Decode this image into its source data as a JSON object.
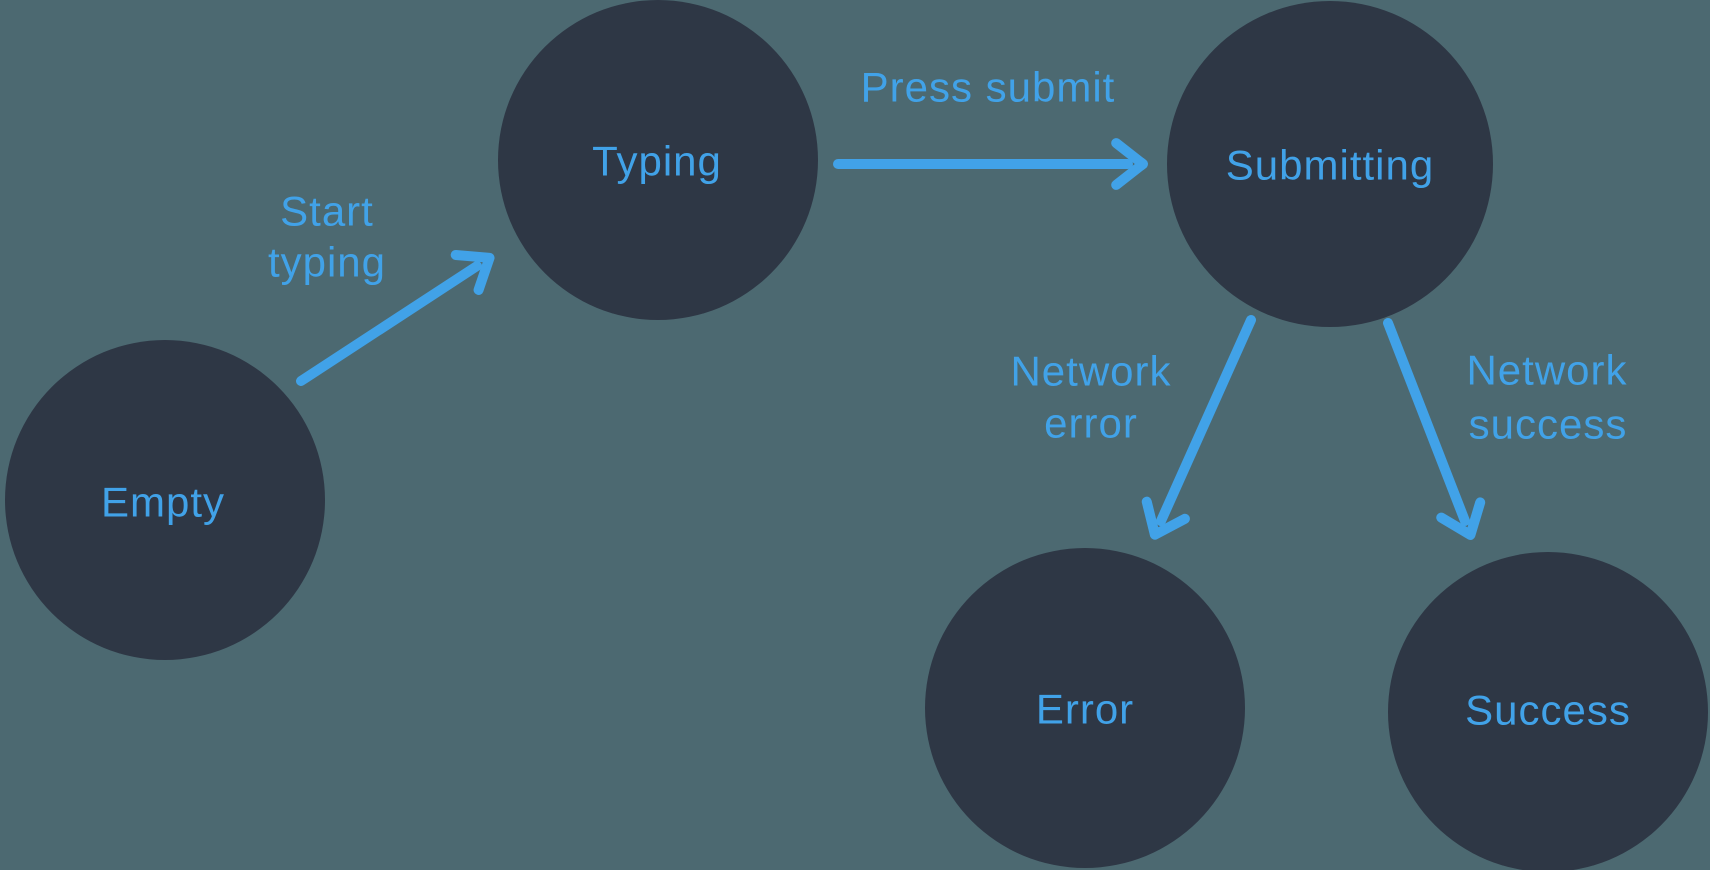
{
  "colors": {
    "background": "#4C6971",
    "node_fill": "#2E3745",
    "accent": "#41A2E8"
  },
  "diagram": {
    "type": "state-machine",
    "nodes": [
      {
        "id": "empty",
        "label": "Empty"
      },
      {
        "id": "typing",
        "label": "Typing"
      },
      {
        "id": "submitting",
        "label": "Submitting"
      },
      {
        "id": "error",
        "label": "Error"
      },
      {
        "id": "success",
        "label": "Success"
      }
    ],
    "edges": [
      {
        "from": "empty",
        "to": "typing",
        "label": "Start typing",
        "lines": [
          "Start",
          "typing"
        ]
      },
      {
        "from": "typing",
        "to": "submitting",
        "label": "Press submit",
        "lines": [
          "Press submit"
        ]
      },
      {
        "from": "submitting",
        "to": "error",
        "label": "Network error",
        "lines": [
          "Network",
          "error"
        ]
      },
      {
        "from": "submitting",
        "to": "success",
        "label": "Network success",
        "lines": [
          "Network",
          "success"
        ]
      }
    ]
  }
}
